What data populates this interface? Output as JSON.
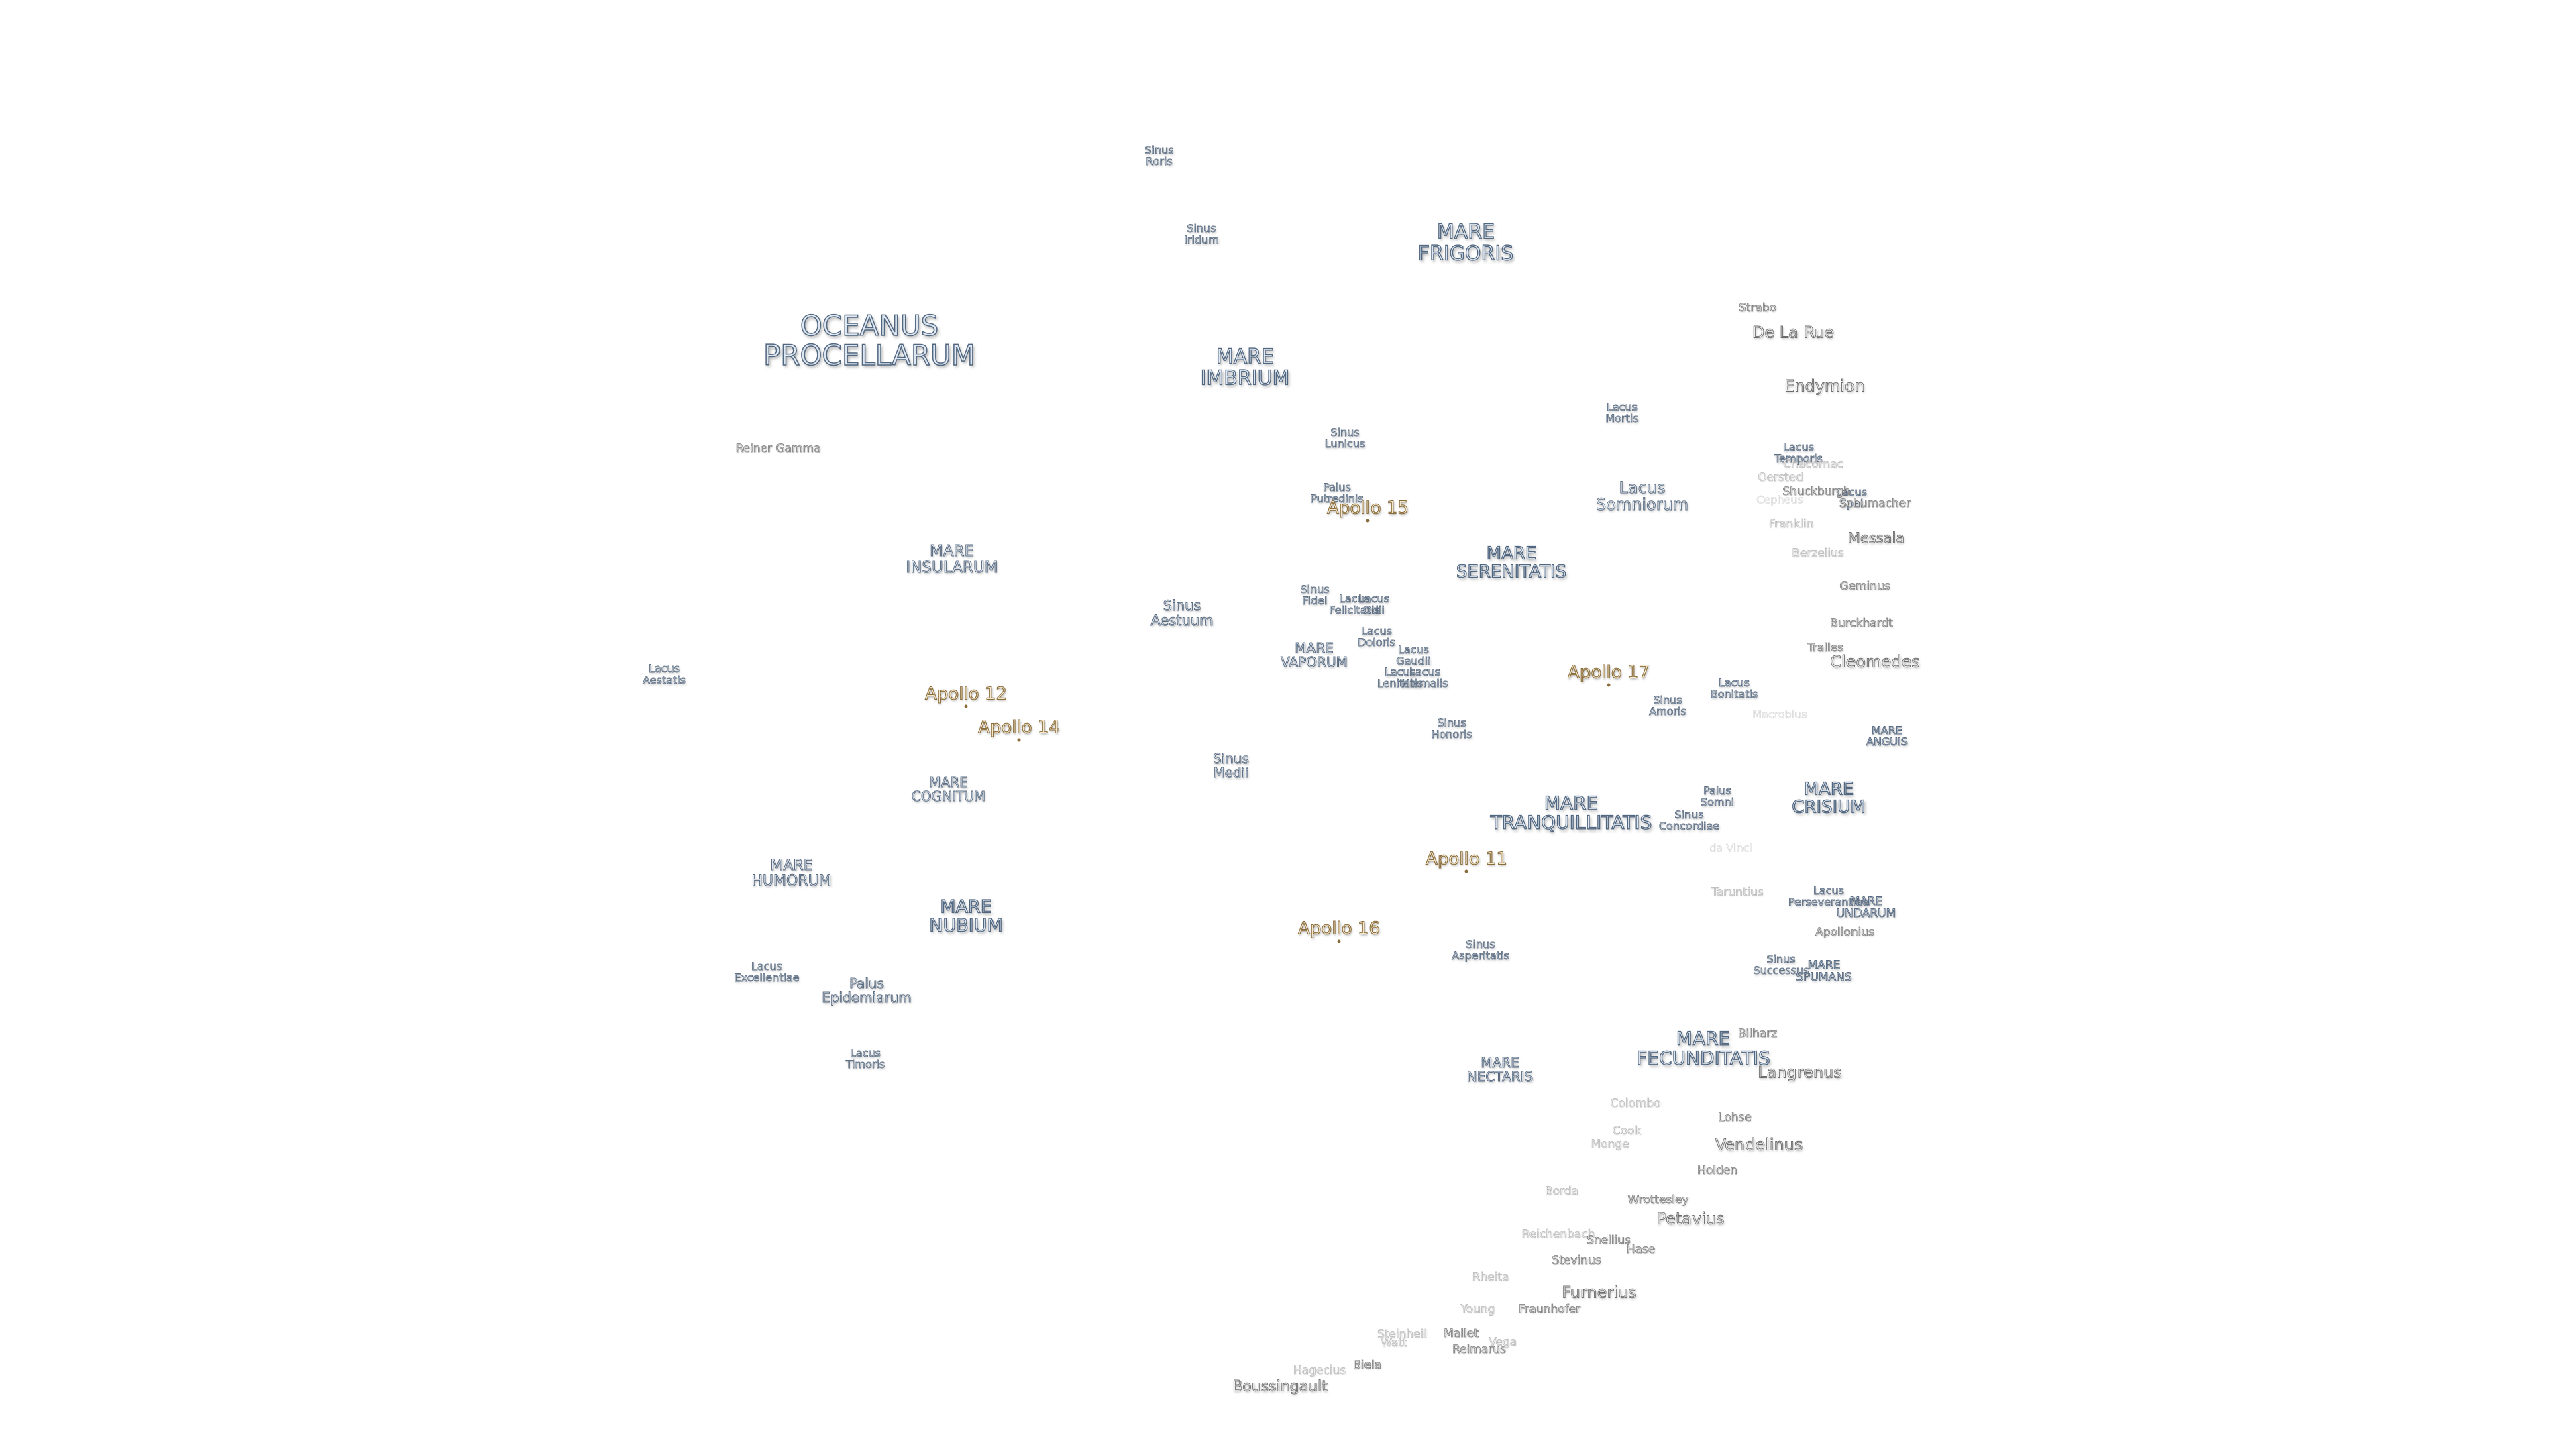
{
  "map": {
    "maria": {
      "oceanus_procellarum": "OCEANUS\nPROCELLARUM",
      "mare_frigoris": "MARE\nFRIGORIS",
      "mare_imbrium": "MARE\nIMBRIUM",
      "mare_insularum": "MARE\nINSULARUM",
      "mare_serenitatis": "MARE\nSERENITATIS",
      "mare_vaporum": "MARE\nVAPORUM",
      "mare_cognitum": "MARE\nCOGNITUM",
      "mare_humorum": "MARE\nHUMORUM",
      "mare_nubium": "MARE\nNUBIUM",
      "mare_tranquillitatis": "MARE\nTRANQUILLITATIS",
      "mare_crisium": "MARE\nCRISIUM",
      "mare_anguis": "MARE\nANGUIS",
      "mare_undarum": "MARE\nUNDARUM",
      "mare_spumans": "MARE\nSPUMANS",
      "mare_fecunditatis": "MARE\nFECUNDITATIS",
      "mare_nectaris": "MARE\nNECTARIS"
    },
    "sinus_lacus_palus": {
      "sinus_roris": "Sinus\nRoris",
      "sinus_iridum": "Sinus\nIridum",
      "sinus_lunicus": "Sinus\nLunicus",
      "palus_putredinis": "Palus\nPutredinis",
      "lacus_mortis": "Lacus\nMortis",
      "lacus_somniorum": "Lacus\nSomniorum",
      "lacus_temporis": "Lacus\nTemporis",
      "lacus_spei": "Lacus\nSpei",
      "sinus_aestuum": "Sinus\nAestuum",
      "sinus_fidei": "Sinus\nFidei",
      "lacus_felicitatis": "Lacus\nFelicitatis",
      "lacus_odii": "Lacus\nOdii",
      "lacus_doloris": "Lacus\nDoloris",
      "lacus_gaudii": "Lacus\nGaudii",
      "lacus_lenitatis": "Lacus\nLenitatis",
      "lacus_hiemalis": "Lacus\nHiemalis",
      "sinus_honoris": "Sinus\nHonoris",
      "lacus_aestatis": "Lacus\nAestatis",
      "sinus_medii": "Sinus\nMedii",
      "sinus_amoris": "Sinus\nAmoris",
      "lacus_bonitatis": "Lacus\nBonitatis",
      "palus_somni": "Palus\nSomni",
      "sinus_concordiae": "Sinus\nConcordiae",
      "lacus_perseverantiae": "Lacus\nPerseverantiae",
      "sinus_asperitatis": "Sinus\nAsperitatis",
      "sinus_successus": "Sinus\nSuccessus",
      "lacus_excellentiae": "Lacus\nExcellentiae",
      "palus_epidemiarum": "Palus\nEpidemiarum",
      "lacus_timoris": "Lacus\nTimoris"
    },
    "apollo": {
      "apollo_15": "Apollo 15",
      "apollo_12": "Apollo 12",
      "apollo_14": "Apollo 14",
      "apollo_17": "Apollo 17",
      "apollo_11": "Apollo 11",
      "apollo_16": "Apollo 16"
    },
    "craters": {
      "reiner_gamma": "Reiner Gamma",
      "strabo": "Strabo",
      "de_la_rue": "De La Rue",
      "endymion": "Endymion",
      "oersted": "Oersted",
      "chacornac": "Chacornac",
      "cepheus": "Cepheus",
      "shuckburgh": "Shuckburgh",
      "schumacher": "Schumacher",
      "franklin": "Franklin",
      "messala": "Messala",
      "berzelius": "Berzelius",
      "geminus": "Geminus",
      "burckhardt": "Burckhardt",
      "tralles": "Tralles",
      "cleomedes": "Cleomedes",
      "macrobius": "Macrobius",
      "da_vinci": "da Vinci",
      "taruntius": "Taruntius",
      "apollonius": "Apollonius",
      "bilharz": "Bilharz",
      "langrenus": "Langrenus",
      "colombo": "Colombo",
      "lohse": "Lohse",
      "cook": "Cook",
      "monge": "Monge",
      "vendelinus": "Vendelinus",
      "holden": "Holden",
      "borda": "Borda",
      "wrottesley": "Wrottesley",
      "petavius": "Petavius",
      "reichenbach": "Reichenbach",
      "snellius": "Snellius",
      "hase": "Hase",
      "stevinus": "Stevinus",
      "rheita": "Rheita",
      "furnerius": "Furnerius",
      "young": "Young",
      "fraunhofer": "Fraunhofer",
      "mallet": "Mallet",
      "reimarus": "Reimarus",
      "vega": "Vega",
      "steinheil": "Steinheil",
      "watt": "Watt",
      "biela": "Biela",
      "hagecius": "Hagecius",
      "boussingault": "Boussingault"
    }
  }
}
